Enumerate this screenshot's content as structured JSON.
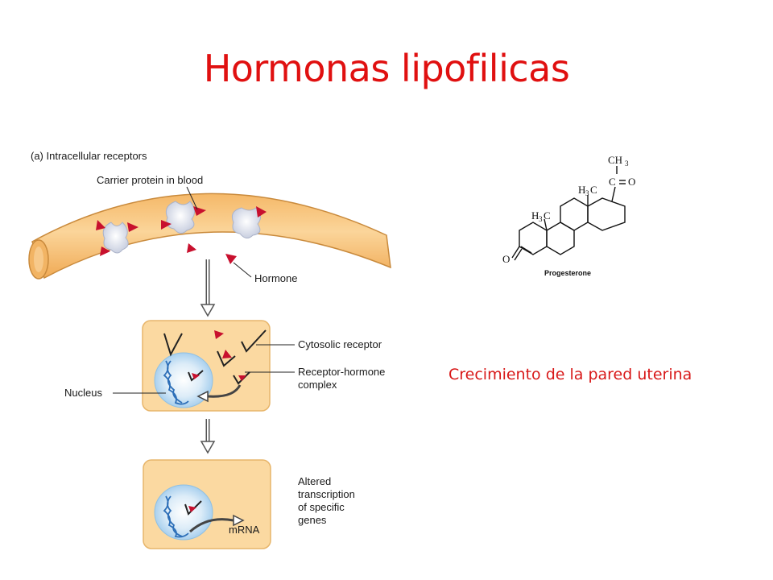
{
  "slide": {
    "title": "Hormonas lipofilicas",
    "note": "Crecimiento de la pared uterina",
    "title_color": "#e01010"
  },
  "diagram": {
    "panel_label": "(a) Intracellular receptors",
    "carrier_label": "Carrier protein in blood",
    "hormone_label": "Hormone",
    "cytosolic_label": "Cytosolic receptor",
    "complex_label_1": "Receptor-hormone",
    "complex_label_2": "complex",
    "nucleus_label": "Nucleus",
    "altered_1": "Altered",
    "altered_2": "transcription",
    "altered_3": "of specific",
    "altered_4": "genes",
    "mrna_label": "mRNA",
    "colors": {
      "vessel": "#f8c37a",
      "cell": "#fbd9a1",
      "nucleus": "#bcdcf2",
      "hormone": "#c8102e",
      "dna": "#2d6fb8"
    }
  },
  "molecule": {
    "name": "Progesterone",
    "ch3_top": "CH",
    "ch3_top_sub": "3",
    "co_c": "C",
    "co_o": "O",
    "h3c_upper": "H",
    "h3c_upper_sub": "3",
    "h3c_upper_c": "C",
    "h3c_lower": "H",
    "h3c_lower_sub": "3",
    "h3c_lower_c": "C",
    "ketone_o": "O"
  }
}
